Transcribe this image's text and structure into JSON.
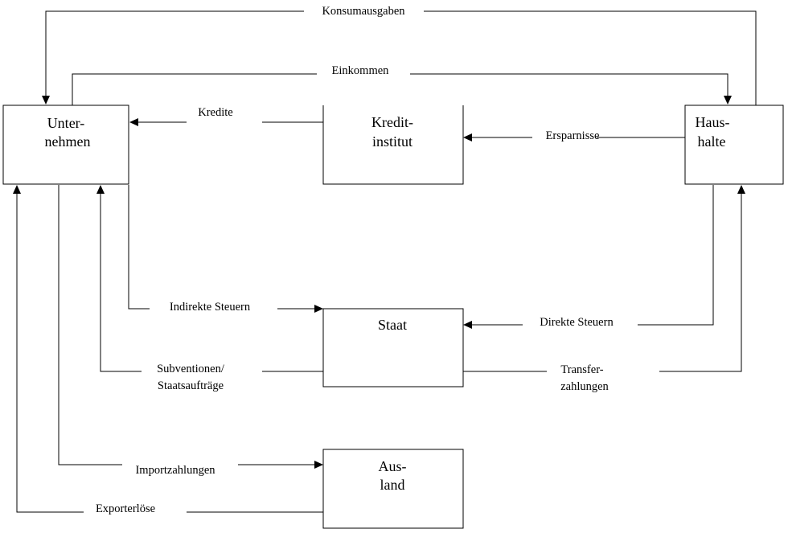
{
  "nodes": {
    "unternehmen": [
      "Unter-",
      "nehmen"
    ],
    "kreditinstitut": [
      "Kredit-",
      "institut"
    ],
    "haushalte": [
      "Haus-",
      "halte"
    ],
    "staat": [
      "Staat"
    ],
    "ausland": [
      "Aus-",
      "land"
    ]
  },
  "flows": {
    "konsumausgaben": "Konsumausgaben",
    "einkommen": "Einkommen",
    "kredite": "Kredite",
    "ersparnisse": "Ersparnisse",
    "indirekte_steuern": "Indirekte Steuern",
    "direkte_steuern": "Direkte Steuern",
    "subventionen": [
      "Subventionen/",
      "Staatsaufträge"
    ],
    "transferzahlungen": [
      "Transfer-",
      "zahlungen"
    ],
    "importzahlungen": "Importzahlungen",
    "exporterloese": "Exporterlöse"
  }
}
